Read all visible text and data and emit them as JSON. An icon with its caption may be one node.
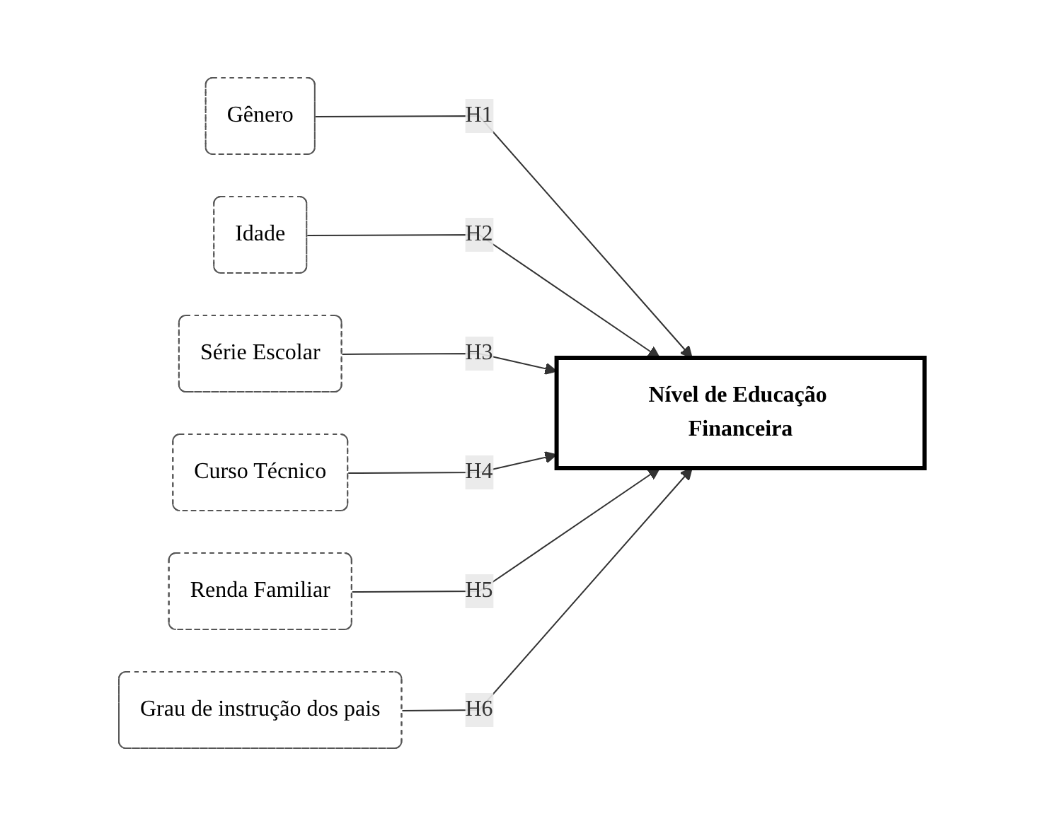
{
  "diagram": {
    "nodes": [
      {
        "text": [
          "Nível de Educação Financeira"
        ]
      },
      {
        "text": [
          "Grau de instrução dos pais"
        ]
      },
      {
        "text": [
          "Renda Familiar"
        ]
      },
      {
        "text": [
          "Gênero"
        ]
      },
      {
        "text": [
          "Curso Técnico"
        ]
      },
      {
        "text": [
          "Idade"
        ]
      },
      {
        "text": [
          "Série Escolar"
        ]
      }
    ],
    "edges": [
      {
        "from": 3,
        "to": 0,
        "arrow": "to",
        "label": "H1"
      },
      {
        "from": 5,
        "to": 0,
        "arrow": "to",
        "label": "H2"
      },
      {
        "from": 6,
        "to": 0,
        "arrow": "to",
        "label": "H3"
      },
      {
        "from": 4,
        "to": 0,
        "arrow": "to",
        "label": "H4"
      },
      {
        "from": 2,
        "to": 0,
        "arrow": "to",
        "label": "H5"
      },
      {
        "from": 1,
        "to": 0,
        "arrow": "to",
        "label": "H6"
      }
    ]
  }
}
